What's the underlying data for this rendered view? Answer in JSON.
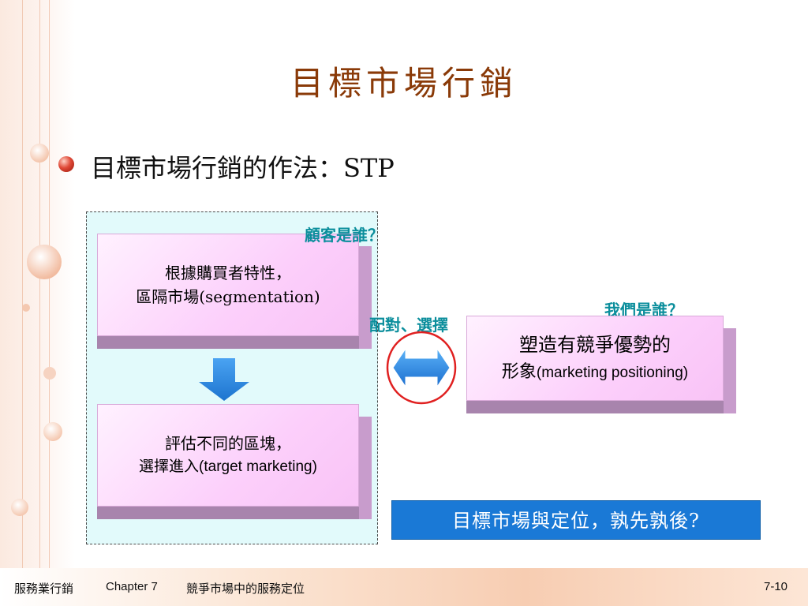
{
  "slide": {
    "title": "目標市場行銷",
    "bullet": "目標市場行銷的作法：STP"
  },
  "boxes": {
    "segmentation": {
      "line1": "根據購買者特性，",
      "line2": "區隔市場(segmentation)"
    },
    "targeting": {
      "line1": "評估不同的區塊，",
      "line2": "選擇進入(target marketing)"
    },
    "positioning": {
      "line1": "塑造有競爭優勢的",
      "line2_cjk": "形象",
      "line2_en": "(marketing positioning)"
    }
  },
  "labels": {
    "who_customer": "顧客是誰？",
    "match_select": "配對、選擇",
    "who_we": "我們是誰？"
  },
  "question": "目標市場與定位，孰先孰後?",
  "footer": {
    "course": "服務業行銷",
    "chapter": "Chapter 7",
    "chapter_title": "競爭市場中的服務定位",
    "page": "7-10"
  },
  "colors": {
    "title": "#8a3a08",
    "teal_label": "#0b8e9c",
    "box_face": "#fccffb",
    "question_bg": "#1a79d6",
    "arrow_blue": "#2b8ae6",
    "circle_red": "#e02020"
  }
}
